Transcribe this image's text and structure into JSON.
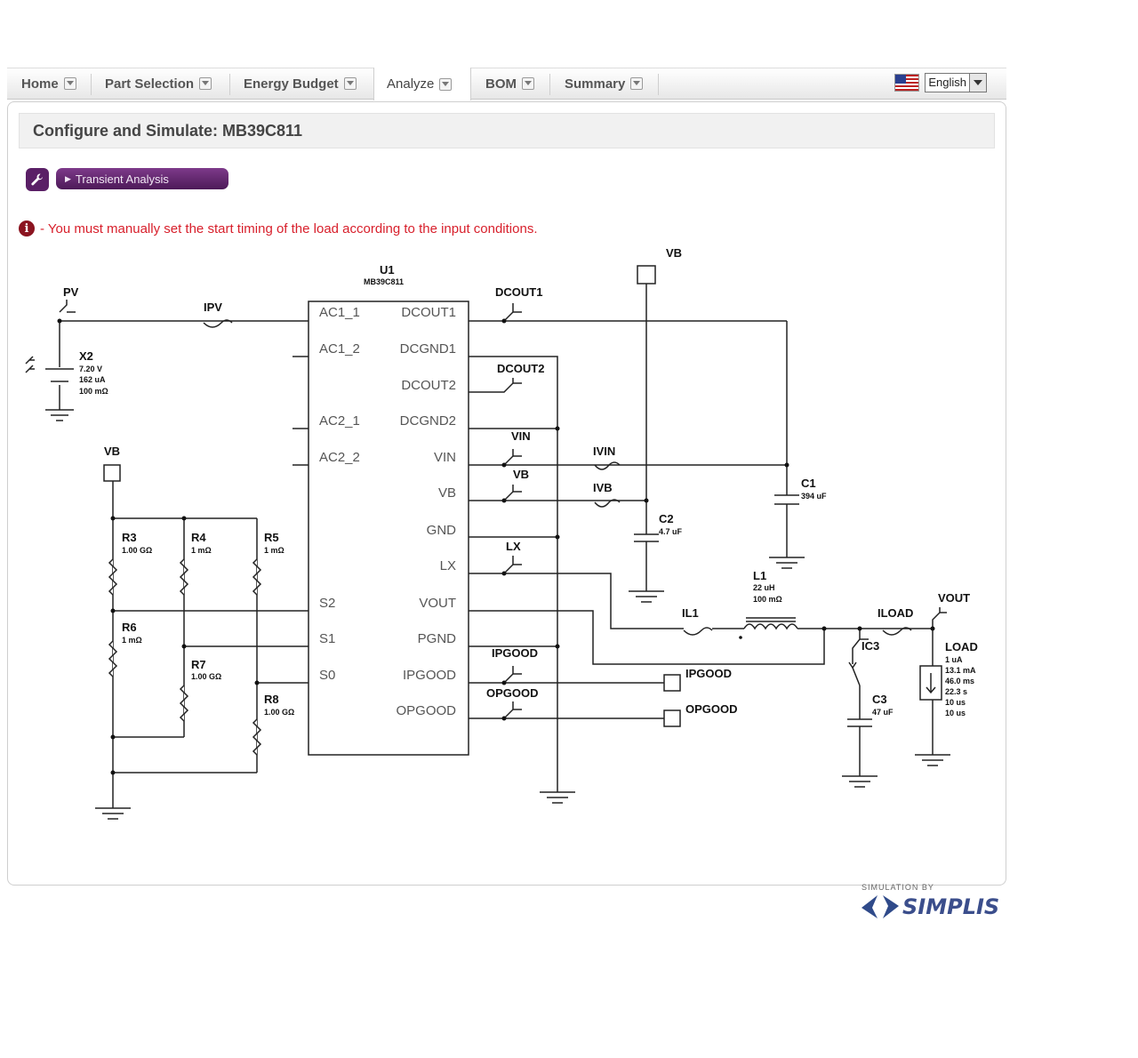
{
  "tabs": [
    {
      "label": "Home"
    },
    {
      "label": "Part Selection"
    },
    {
      "label": "Energy Budget"
    },
    {
      "label": "Analyze",
      "active": true
    },
    {
      "label": "BOM"
    },
    {
      "label": "Summary"
    }
  ],
  "language": {
    "value": "English"
  },
  "panel": {
    "title": "Configure and Simulate: MB39C811",
    "transient_button": "Transient Analysis",
    "warning": "- You must manually set the start timing of the load according to the input conditions."
  },
  "schematic": {
    "ic": {
      "ref": "U1",
      "part": "MB39C811",
      "left_pins": [
        "AC1_1",
        "AC1_2",
        "AC2_1",
        "AC2_2",
        "S2",
        "S1",
        "S0"
      ],
      "right_pins": [
        "DCOUT1",
        "DCGND1",
        "DCOUT2",
        "DCGND2",
        "VIN",
        "VB",
        "GND",
        "LX",
        "VOUT",
        "PGND",
        "IPGOOD",
        "OPGOOD"
      ]
    },
    "source": {
      "net": "PV",
      "ref": "X2",
      "values": [
        "7.20 V",
        "162 uA",
        "100 mΩ"
      ],
      "probe": "IPV"
    },
    "probes": {
      "dcout1": "DCOUT1",
      "dcout2": "DCOUT2",
      "vin": "VIN",
      "vb": "VB",
      "lx": "LX",
      "ipgood": "IPGOOD",
      "opgood": "OPGOOD",
      "ivin": "IVIN",
      "ivb": "IVB",
      "il1": "IL1",
      "iload": "ILOAD",
      "ic3": "IC3",
      "vout": "VOUT"
    },
    "vb_top": "VB",
    "vb_left": "VB",
    "resistors": [
      {
        "ref": "R3",
        "value": "1.00 GΩ"
      },
      {
        "ref": "R4",
        "value": "1 mΩ"
      },
      {
        "ref": "R5",
        "value": "1 mΩ"
      },
      {
        "ref": "R6",
        "value": "1 mΩ"
      },
      {
        "ref": "R7",
        "value": "1.00 GΩ"
      },
      {
        "ref": "R8",
        "value": "1.00 GΩ"
      }
    ],
    "capacitors": [
      {
        "ref": "C1",
        "value": "394 uF"
      },
      {
        "ref": "C2",
        "value": "4.7 uF"
      },
      {
        "ref": "C3",
        "value": "47 uF"
      }
    ],
    "inductor": {
      "ref": "L1",
      "values": [
        "22 uH",
        "100 mΩ"
      ]
    },
    "load": {
      "ref": "LOAD",
      "values": [
        "1 uA",
        "13.1 mA",
        "46.0 ms",
        "22.3 s",
        "10 us",
        "10 us"
      ]
    },
    "port_ipgood": "IPGOOD",
    "port_opgood": "OPGOOD"
  },
  "branding": {
    "simulation_by": "SIMULATION BY",
    "name": "SIMPLIS"
  }
}
